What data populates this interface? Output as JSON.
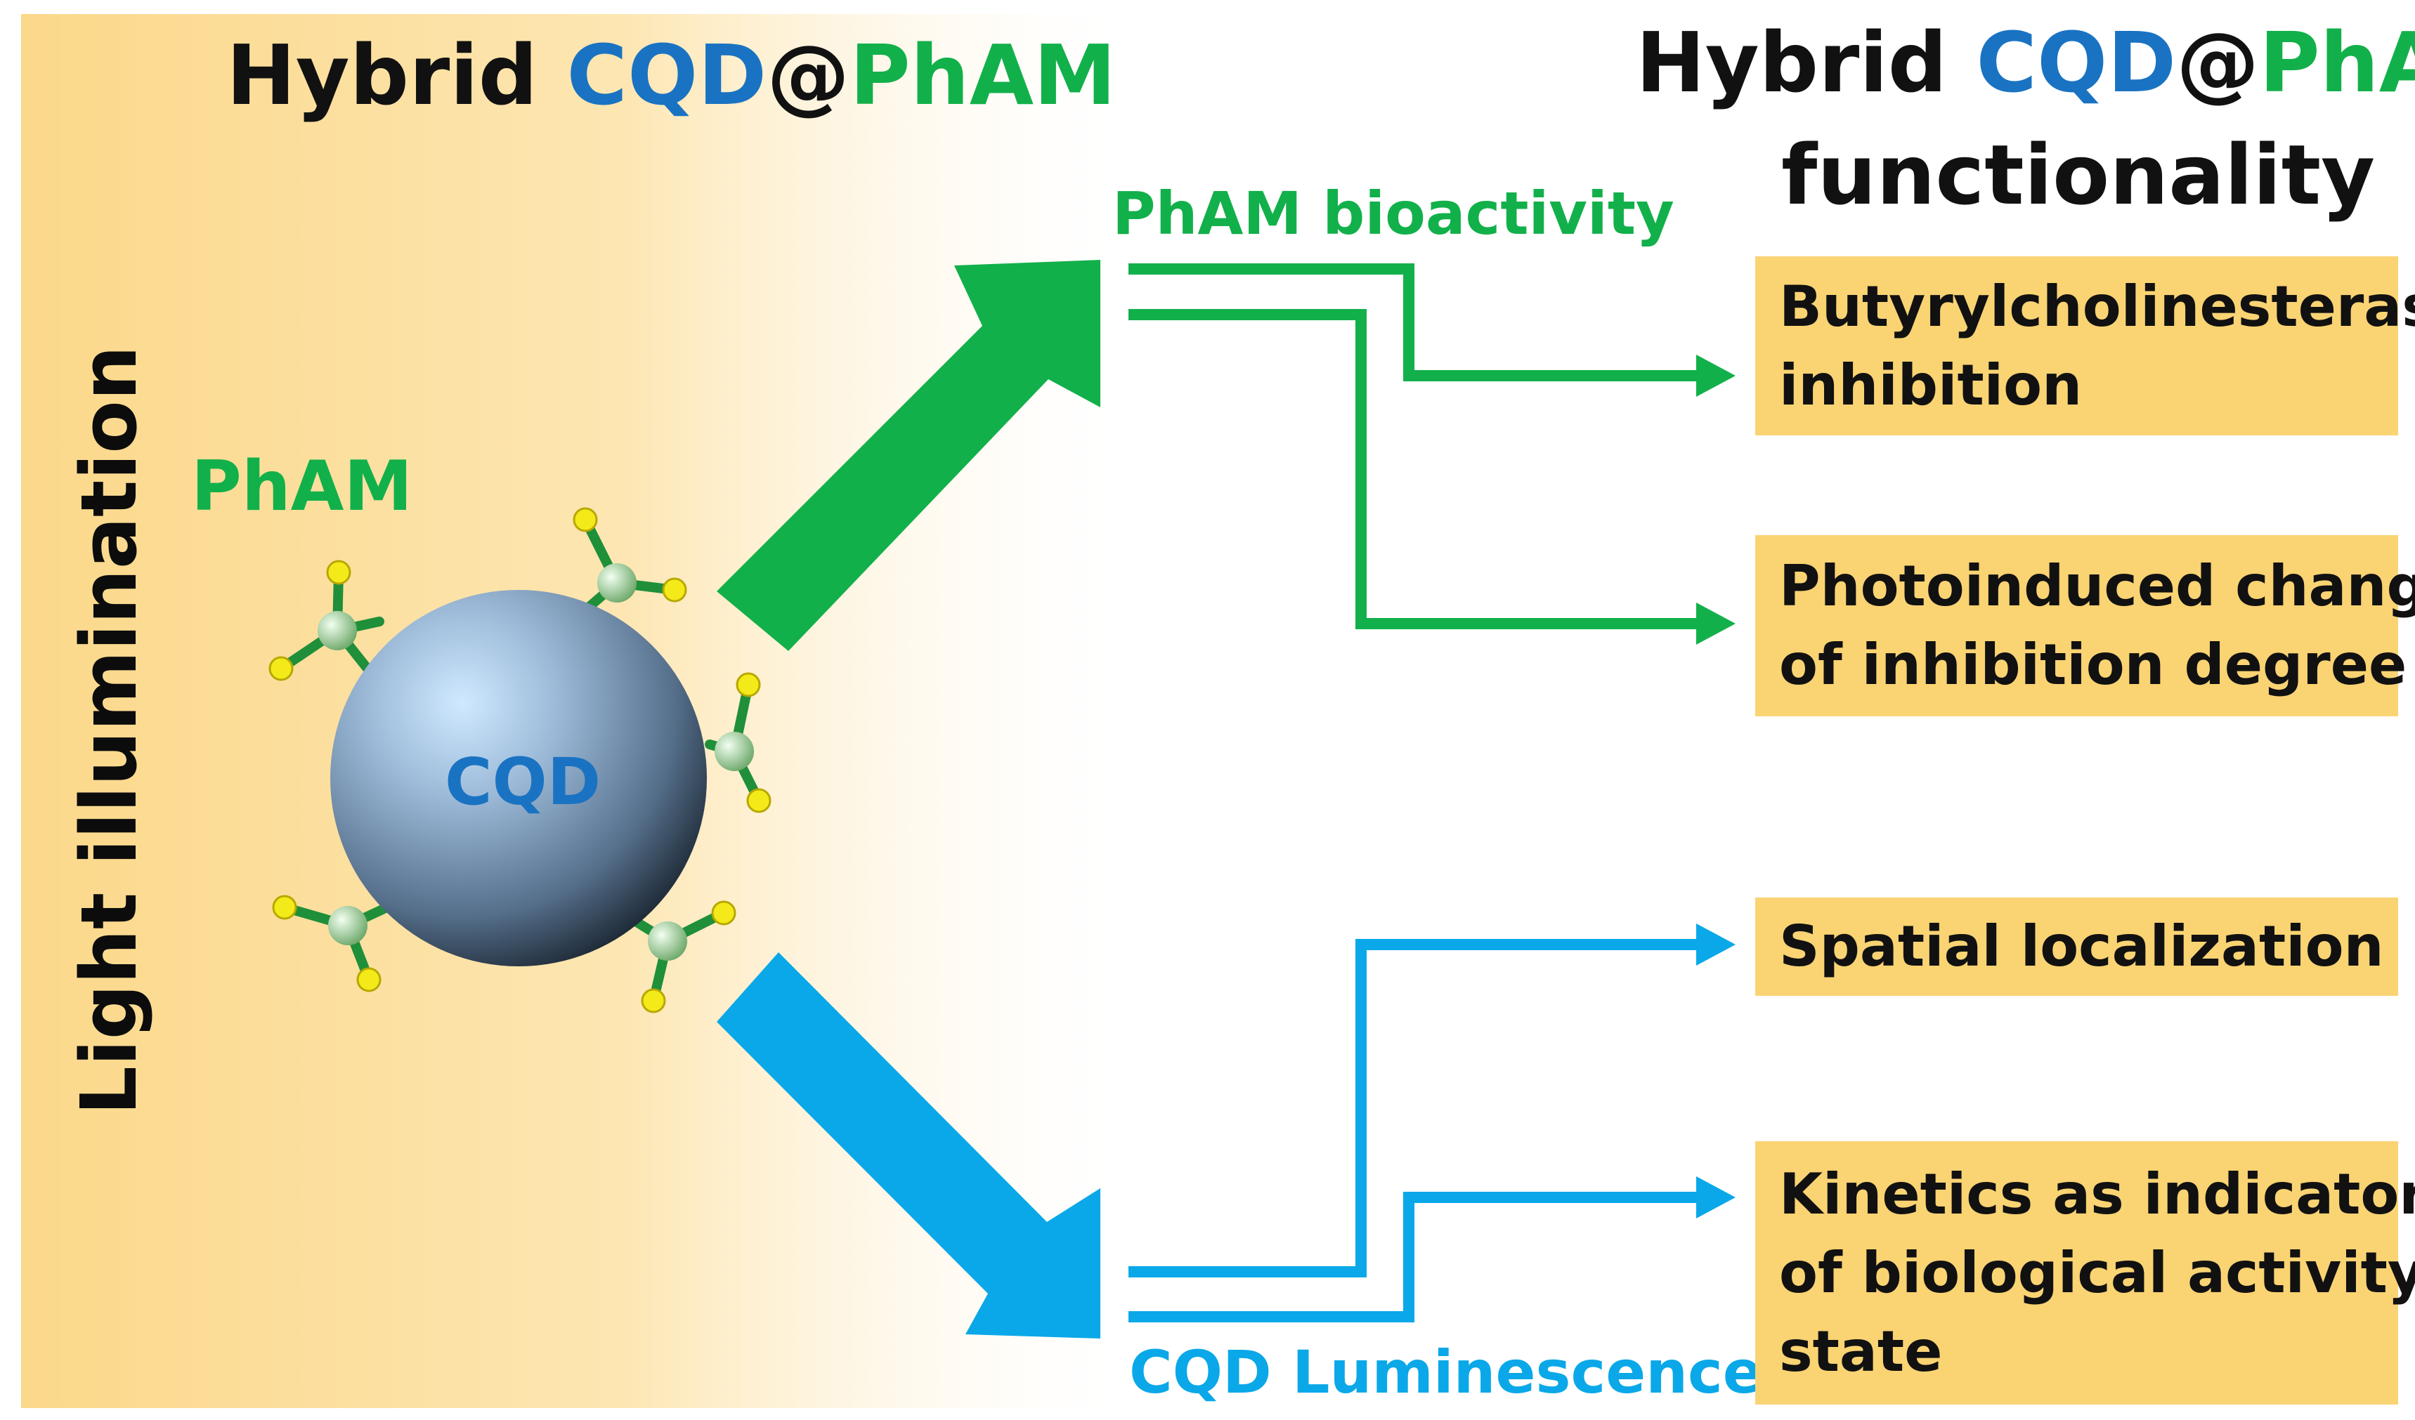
{
  "left_title": {
    "prefix": "Hybrid ",
    "cqd": "CQD",
    "at": "@",
    "pham": "PhAM"
  },
  "right_title": {
    "prefix": "Hybrid ",
    "cqd": "CQD",
    "at": "@",
    "pham": "PhAM",
    "line2": "functionality"
  },
  "side_label": "Light illumination",
  "particle": {
    "core_label": "CQD",
    "ligand_label": "PhAM"
  },
  "branches": {
    "top_label": "PhAM bioactivity",
    "bottom_label": "CQD Luminescence"
  },
  "outcomes": [
    {
      "lines": [
        "Butyrylcholinesterase",
        "inhibition"
      ]
    },
    {
      "lines": [
        "Photoinduced change",
        "of inhibition degree"
      ]
    },
    {
      "lines": [
        "Spatial localization"
      ]
    },
    {
      "lines": [
        "Kinetics as indicator",
        "of biological activity",
        "state"
      ]
    }
  ],
  "colors": {
    "green": "#12b04a",
    "blue": "#0aa8e8",
    "label_blue": "#1a73c2",
    "box_fill": "#fad373",
    "panel_fill": "#fbd98a"
  }
}
